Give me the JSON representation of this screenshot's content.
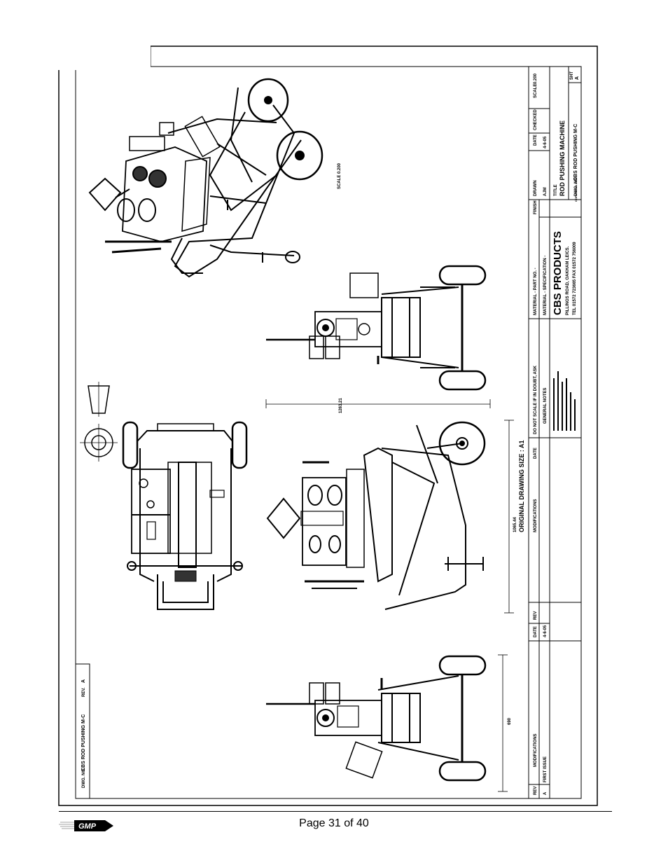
{
  "drawing": {
    "dwg_no_label": "DWG. NO.",
    "dwg_no_value": "CBS ROD PUSHING M-C",
    "rev_label": "REV.",
    "rev_value": "A",
    "modifications_header": "MODIFICATIONS",
    "rev_col_header": "REV",
    "date_col_header": "DATE",
    "mod_rows": [
      {
        "rev": "A",
        "modification": "FIRST ISSUE",
        "date": "4-6-05"
      }
    ],
    "original_size": "ORIGINAL DRAWING SIZE : A1",
    "scale_note": "SCALE  0.200",
    "dim_width": "690",
    "dim_length": "1065.44",
    "dim_height": "1263.21",
    "do_not_scale": "DO NOT SCALE    IF IN DOUBT, ASK",
    "general_notes": "GENERAL NOTES",
    "material_part_no": "MATERIAL - PART NO. -",
    "material_spec": "MATERIAL - SPECIFICATION -",
    "company_name": "CBS PRODUCTS",
    "company_address": "PILLINGS ROAD, OAKHAM LEICS.",
    "company_phone": "TEL 01572 723665   FAX 01572 756009",
    "finish_label": "FINISH",
    "drawn_label": "DRAWN",
    "drawn_value": "AJM",
    "date_label": "DATE",
    "date_value": "4-6-05",
    "checked_label": "CHECKED",
    "scale_label": "SCALE",
    "scale_value": "0.200",
    "title_label": "TITLE",
    "title_value": "ROD PUSHING MACHINE",
    "dwg_no_bottom_label": "DWG. NO.",
    "dwg_no_bottom_value": "CBS ROD PUSHING M-C",
    "sht_label": "SHT",
    "sht_value": "A",
    "copyright": "COPYRIGHT 2005"
  },
  "footer": {
    "page_text": "Page 31 of 40",
    "logo_text": "GMP"
  }
}
